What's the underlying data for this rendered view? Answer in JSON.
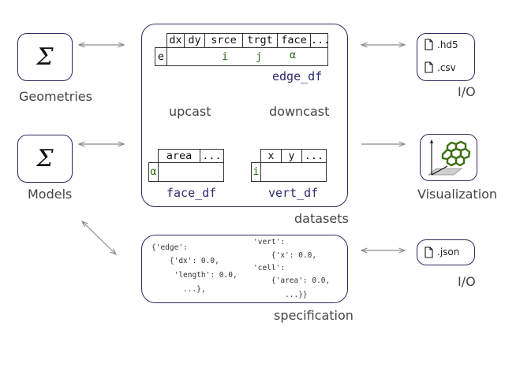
{
  "colors": {
    "border": "#2b2a5c",
    "arrow": "#8a8a8a",
    "green": "#2f6b1a",
    "df_name": "#2b2a6c"
  },
  "geometries": {
    "symbol": "Σ",
    "label": "Geometries"
  },
  "models": {
    "symbol": "Σ",
    "label": "Models"
  },
  "datasets": {
    "label": "datasets",
    "edge_df": {
      "name": "edge_df",
      "columns": [
        "dx",
        "dy",
        "srce",
        "trgt",
        "face",
        "..."
      ],
      "index": "e",
      "markers": [
        "i",
        "j",
        "α"
      ]
    },
    "face_df": {
      "name": "face_df",
      "columns": [
        "area",
        "..."
      ],
      "index": "α"
    },
    "vert_df": {
      "name": "vert_df",
      "columns": [
        "x",
        "y",
        "..."
      ],
      "index": "i"
    },
    "upcast": "upcast",
    "downcast": "downcast"
  },
  "io_top": {
    "files": [
      ".hd5",
      ".csv"
    ],
    "label": "I/O"
  },
  "visualization": {
    "label": "Visualization",
    "icon": "mesh-visualization-icon"
  },
  "specification": {
    "label": "specification",
    "left_lines": [
      "{'edge':",
      "    {'dx': 0.0,",
      "     'length': 0.0,",
      "       ...},"
    ],
    "right_lines": [
      "'vert':",
      "    {'x': 0.0,",
      "'cell':",
      "    {'area': 0.0,",
      "       ...}}"
    ]
  },
  "io_bottom": {
    "files": [
      ".json"
    ],
    "label": "I/O"
  }
}
